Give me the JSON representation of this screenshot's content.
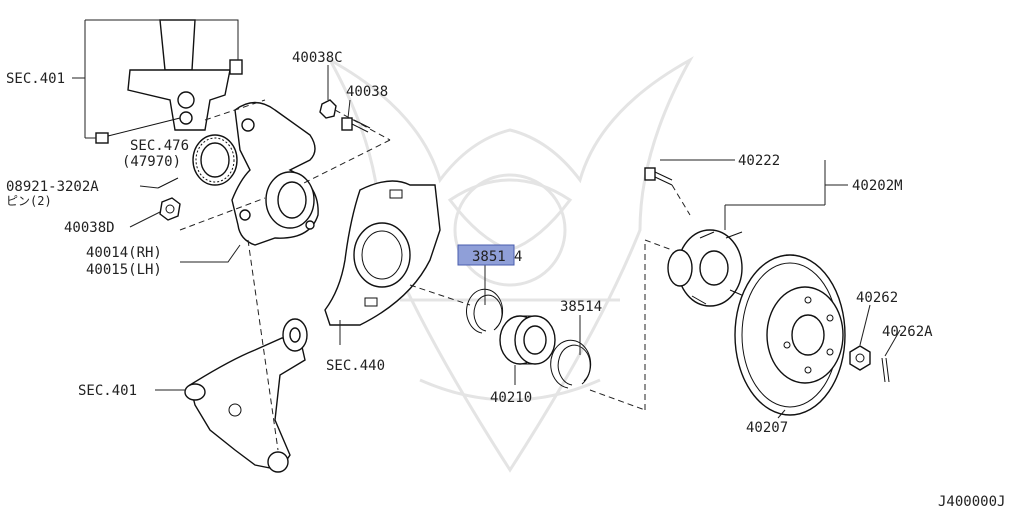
{
  "labels": {
    "sec401_top": "SEC.401",
    "l40038c": "40038C",
    "l40038": "40038",
    "sec476": "SEC.476",
    "l47970": "(47970)",
    "l08921": "08921-3202A",
    "pin": "ピン(2)",
    "l40038d": "40038D",
    "l40014": "40014(RH)",
    "l40015": "40015(LH)",
    "sec401_bottom": "SEC.401",
    "sec440": "SEC.440",
    "l38514_hl": "3851",
    "l38514_hl_tail": "4",
    "l38514": "38514",
    "l40210": "40210",
    "l40222": "40222",
    "l40202m": "40202M",
    "l40262": "40262",
    "l40262a": "40262A",
    "l40207": "40207",
    "code": "J400000J"
  },
  "colors": {
    "highlight": "#8f9fd8",
    "ink": "#111111",
    "watermark": "#e4e4e4"
  }
}
